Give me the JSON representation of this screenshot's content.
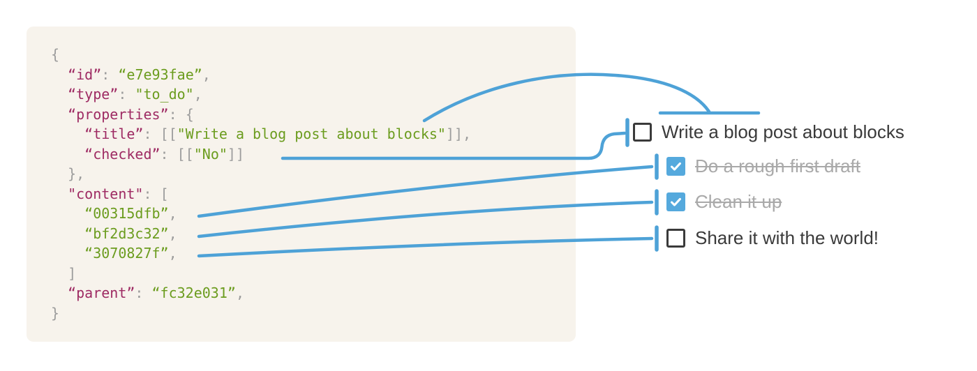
{
  "colors": {
    "accent_blue": "#4EA2D7",
    "card_background": "#F7F3EC",
    "key_color": "#9E2B63",
    "string_color": "#6B9C1E",
    "punctuation_color": "#9C9C9C",
    "todo_text_color": "#3A3A3A",
    "todo_done_color": "#A9A9A9",
    "checkbox_border_color": "#3A3A3A",
    "checkbox_checked_fill": "#55A9DD"
  },
  "json_block": {
    "description": "to_do block record shown as code",
    "lines": [
      [
        [
          "p",
          "{"
        ]
      ],
      [
        [
          "w",
          "  "
        ],
        [
          "k",
          "“id”"
        ],
        [
          "p",
          ": "
        ],
        [
          "s",
          "“e7e93fae”"
        ],
        [
          "p",
          ","
        ]
      ],
      [
        [
          "w",
          "  "
        ],
        [
          "k",
          "“type”"
        ],
        [
          "p",
          ": "
        ],
        [
          "s",
          "\"to_do\""
        ],
        [
          "p",
          ","
        ]
      ],
      [
        [
          "w",
          "  "
        ],
        [
          "k",
          "“properties”"
        ],
        [
          "p",
          ": "
        ],
        [
          "p",
          "{"
        ]
      ],
      [
        [
          "w",
          "    "
        ],
        [
          "k",
          "“title”"
        ],
        [
          "p",
          ": "
        ],
        [
          "p",
          "[["
        ],
        [
          "s",
          "\"Write a blog post about blocks\""
        ],
        [
          "p",
          "]],"
        ]
      ],
      [
        [
          "w",
          "    "
        ],
        [
          "k",
          "“checked”"
        ],
        [
          "p",
          ": "
        ],
        [
          "p",
          "[["
        ],
        [
          "s",
          "\"No\""
        ],
        [
          "p",
          "]]"
        ]
      ],
      [
        [
          "w",
          "  "
        ],
        [
          "p",
          "},"
        ]
      ],
      [
        [
          "w",
          "  "
        ],
        [
          "k",
          "\"content\""
        ],
        [
          "p",
          ": "
        ],
        [
          "p",
          "["
        ]
      ],
      [
        [
          "w",
          "    "
        ],
        [
          "s",
          "“00315dfb”"
        ],
        [
          "p",
          ","
        ]
      ],
      [
        [
          "w",
          "    "
        ],
        [
          "s",
          "“bf2d3c32”"
        ],
        [
          "p",
          ","
        ]
      ],
      [
        [
          "w",
          "    "
        ],
        [
          "s",
          "“3070827f”"
        ],
        [
          "p",
          ","
        ]
      ],
      [
        [
          "w",
          "  "
        ],
        [
          "p",
          "]"
        ]
      ],
      [
        [
          "w",
          "  "
        ],
        [
          "k",
          "“parent”"
        ],
        [
          "p",
          ": "
        ],
        [
          "s",
          "“fc32e031”"
        ],
        [
          "p",
          ","
        ]
      ],
      [
        [
          "p",
          "}"
        ]
      ]
    ]
  },
  "todo_list": {
    "items": [
      {
        "label": "Write a blog post about blocks",
        "checked": false
      },
      {
        "label": "Do a rough first draft",
        "checked": true
      },
      {
        "label": "Clean it up",
        "checked": true
      },
      {
        "label": "Share it with the world!",
        "checked": false
      }
    ]
  }
}
